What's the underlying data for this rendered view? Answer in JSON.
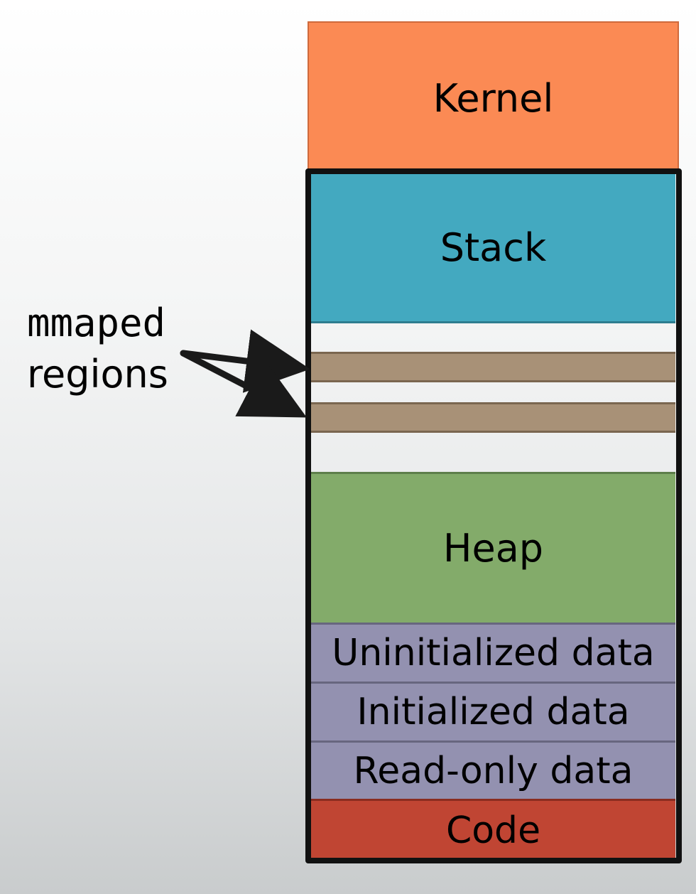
{
  "segments": {
    "kernel": "Kernel",
    "stack": "Stack",
    "heap": "Heap",
    "uninitialized_data": "Uninitialized data",
    "initialized_data": "Initialized data",
    "read_only_data": "Read-only data",
    "code": "Code"
  },
  "annotation": {
    "line1": "mmaped",
    "line2": "regions"
  },
  "colors": {
    "kernel": "#fb8a54",
    "stack": "#43a9c0",
    "mmap_region": "#a89177",
    "heap": "#83ab6a",
    "data": "#9391b0",
    "code": "#c04533",
    "frame": "#111111"
  }
}
